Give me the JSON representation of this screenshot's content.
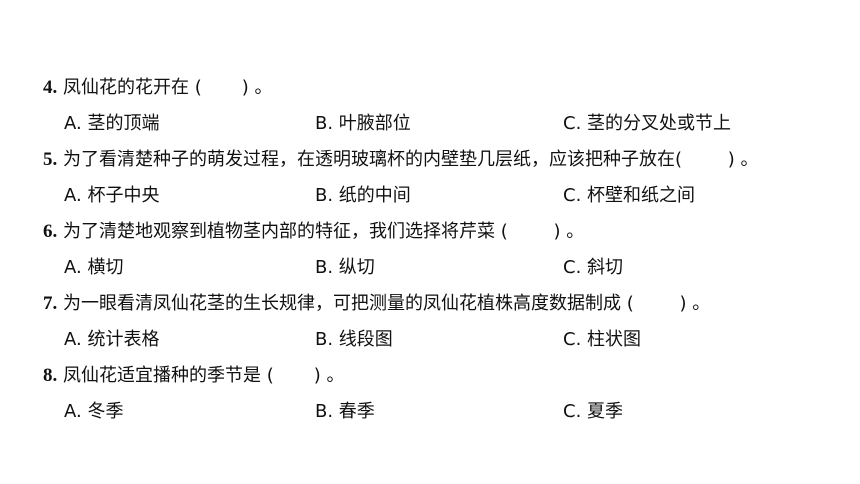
{
  "questions": [
    {
      "num": "4.",
      "text": "凤仙花的花开在 (       ) 。",
      "options": [
        "A. 茎的顶端",
        "B. 叶腋部位",
        "C. 茎的分叉处或节上"
      ]
    },
    {
      "num": "5.",
      "text": "为了看清楚种子的萌发过程，在透明玻璃杯的内壁垫几层纸，应该把种子放在(        ) 。",
      "options": [
        "A. 杯子中央",
        "B. 纸的中间",
        "C. 杯壁和纸之间"
      ]
    },
    {
      "num": "6.",
      "text": "为了清楚地观察到植物茎内部的特征，我们选择将芹菜 (        ) 。",
      "options": [
        "A. 横切",
        "B. 纵切",
        "C. 斜切"
      ]
    },
    {
      "num": "7.",
      "text": "为一眼看清凤仙花茎的生长规律，可把测量的凤仙花植株高度数据制成 (        ) 。",
      "options": [
        "A. 统计表格",
        "B. 线段图",
        "C. 柱状图"
      ]
    },
    {
      "num": "8.",
      "text": "凤仙花适宜播种的季节是 (       ) 。",
      "options": [
        "A. 冬季",
        "B. 春季",
        "C. 夏季"
      ]
    }
  ]
}
